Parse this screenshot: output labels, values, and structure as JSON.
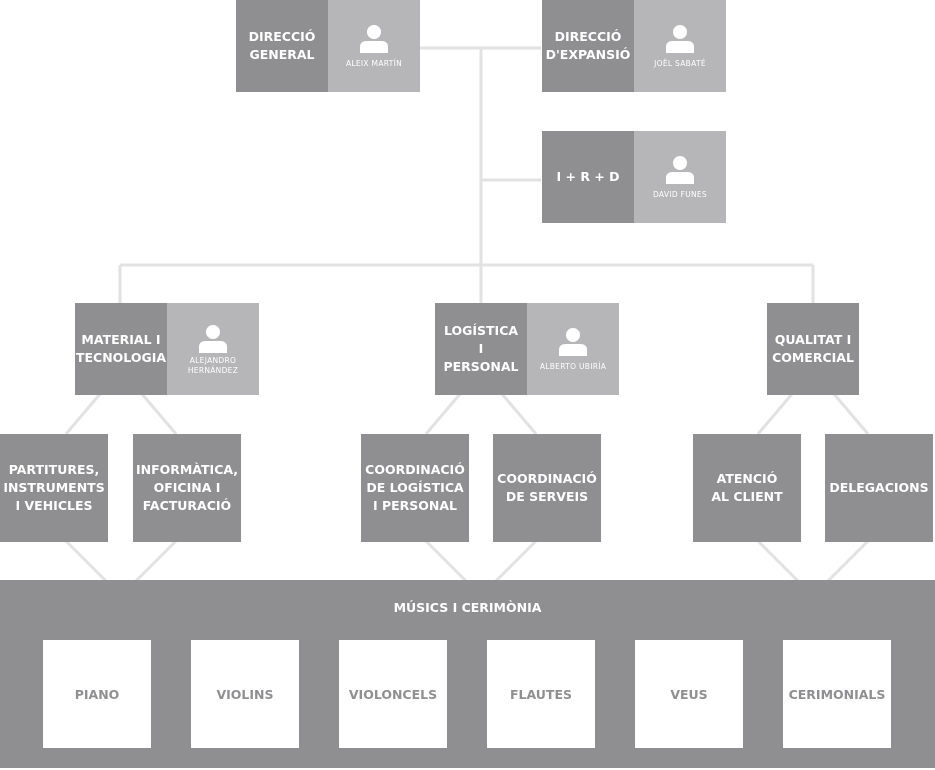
{
  "top": {
    "direccio_general": {
      "label": "DIRECCIÓ\nGENERAL",
      "person": "ALEIX MARTÍN"
    },
    "direccio_expansio": {
      "label": "DIRECCIÓ\nD'EXPANSIÓ",
      "person": "JOËL SABATÉ"
    },
    "ird": {
      "label": "I + R + D",
      "person": "DAVID FUNES"
    }
  },
  "departments": [
    {
      "label": "MATERIAL I\nTECNOLOGIA",
      "person": "ALEJANDRO\nHERNÁNDEZ",
      "children": [
        "PARTITURES,\nINSTRUMENTS\nI VEHICLES",
        "INFORMÀTICA,\nOFICINA I\nFACTURACIÓ"
      ]
    },
    {
      "label": "LOGÍSTICA I\nPERSONAL",
      "person": "ALBERTO UBIRÍA",
      "children": [
        "COORDINACIÓ\nDE LOGÍSTICA\nI PERSONAL",
        "COORDINACIÓ\nDE SERVEIS"
      ]
    },
    {
      "label": "QUALITAT I\nCOMERCIAL",
      "children": [
        "ATENCIÓ\nAL CLIENT",
        "DELEGACIONS"
      ]
    }
  ],
  "musics": {
    "title": "MÚSICS I CERIMÒNIA",
    "sections": [
      "PIANO",
      "VIOLINS",
      "VIOLONCELS",
      "FLAUTES",
      "VEUS",
      "CERIMONIALS"
    ]
  },
  "colors": {
    "box": "#8f8f91",
    "person": "#b6b6b8",
    "line": "#e2e2e2"
  },
  "icons": {
    "person": "person-icon"
  }
}
